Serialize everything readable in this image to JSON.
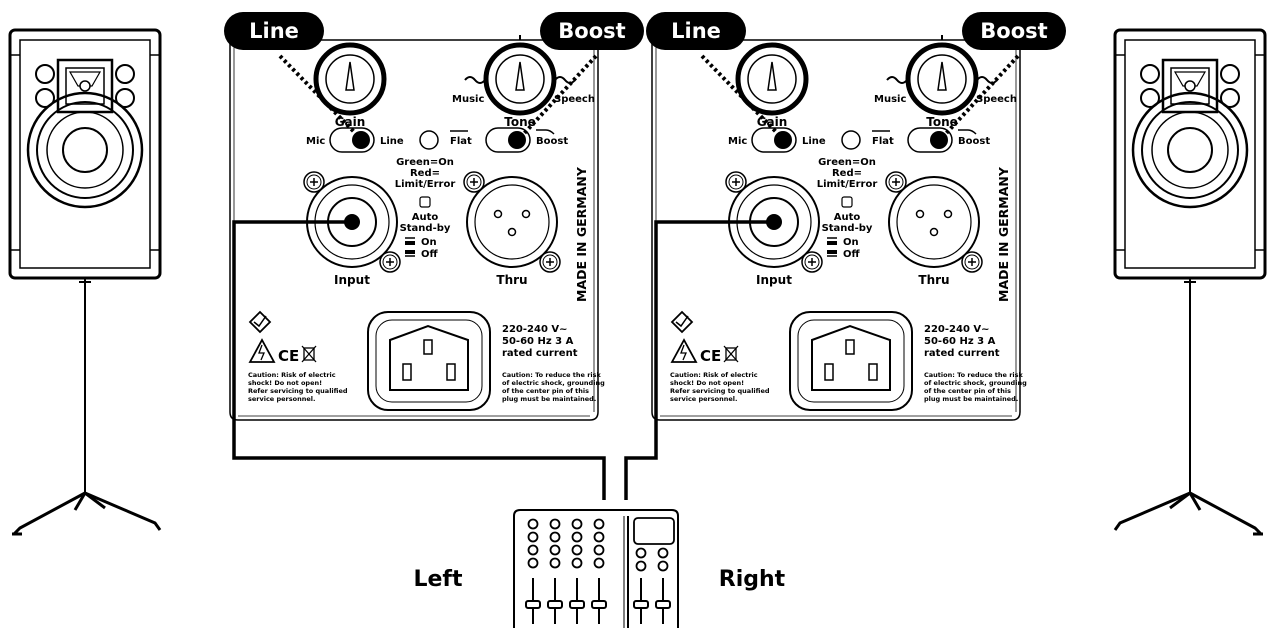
{
  "callouts": {
    "line": "Line",
    "boost": "Boost"
  },
  "panel": {
    "gain": "Gain",
    "tone": "Tone",
    "music": "Music",
    "speech": "Speech",
    "mic": "Mic",
    "line": "Line",
    "flat": "Flat",
    "boost": "Boost",
    "led_lines": [
      "Green=On",
      "Red=",
      "Limit/Error"
    ],
    "auto_lines": [
      "Auto",
      "Stand-by"
    ],
    "on": "On",
    "off": "Off",
    "input": "Input",
    "thru": "Thru",
    "made_in": "MADE IN GERMANY",
    "voltage_lines": [
      "220-240 V~",
      "50-60 Hz  3 A",
      "rated current"
    ],
    "caution_left": [
      "Caution: Risk of electric",
      "shock! Do not open!",
      "Refer servicing to qualified",
      "service personnel."
    ],
    "caution_right": [
      "Caution: To reduce the risk",
      "of electric shock, grounding",
      "of the center pin of this",
      "plug must be maintained."
    ],
    "ce": "CE"
  },
  "mixer": {
    "left_label": "Left",
    "right_label": "Right"
  }
}
